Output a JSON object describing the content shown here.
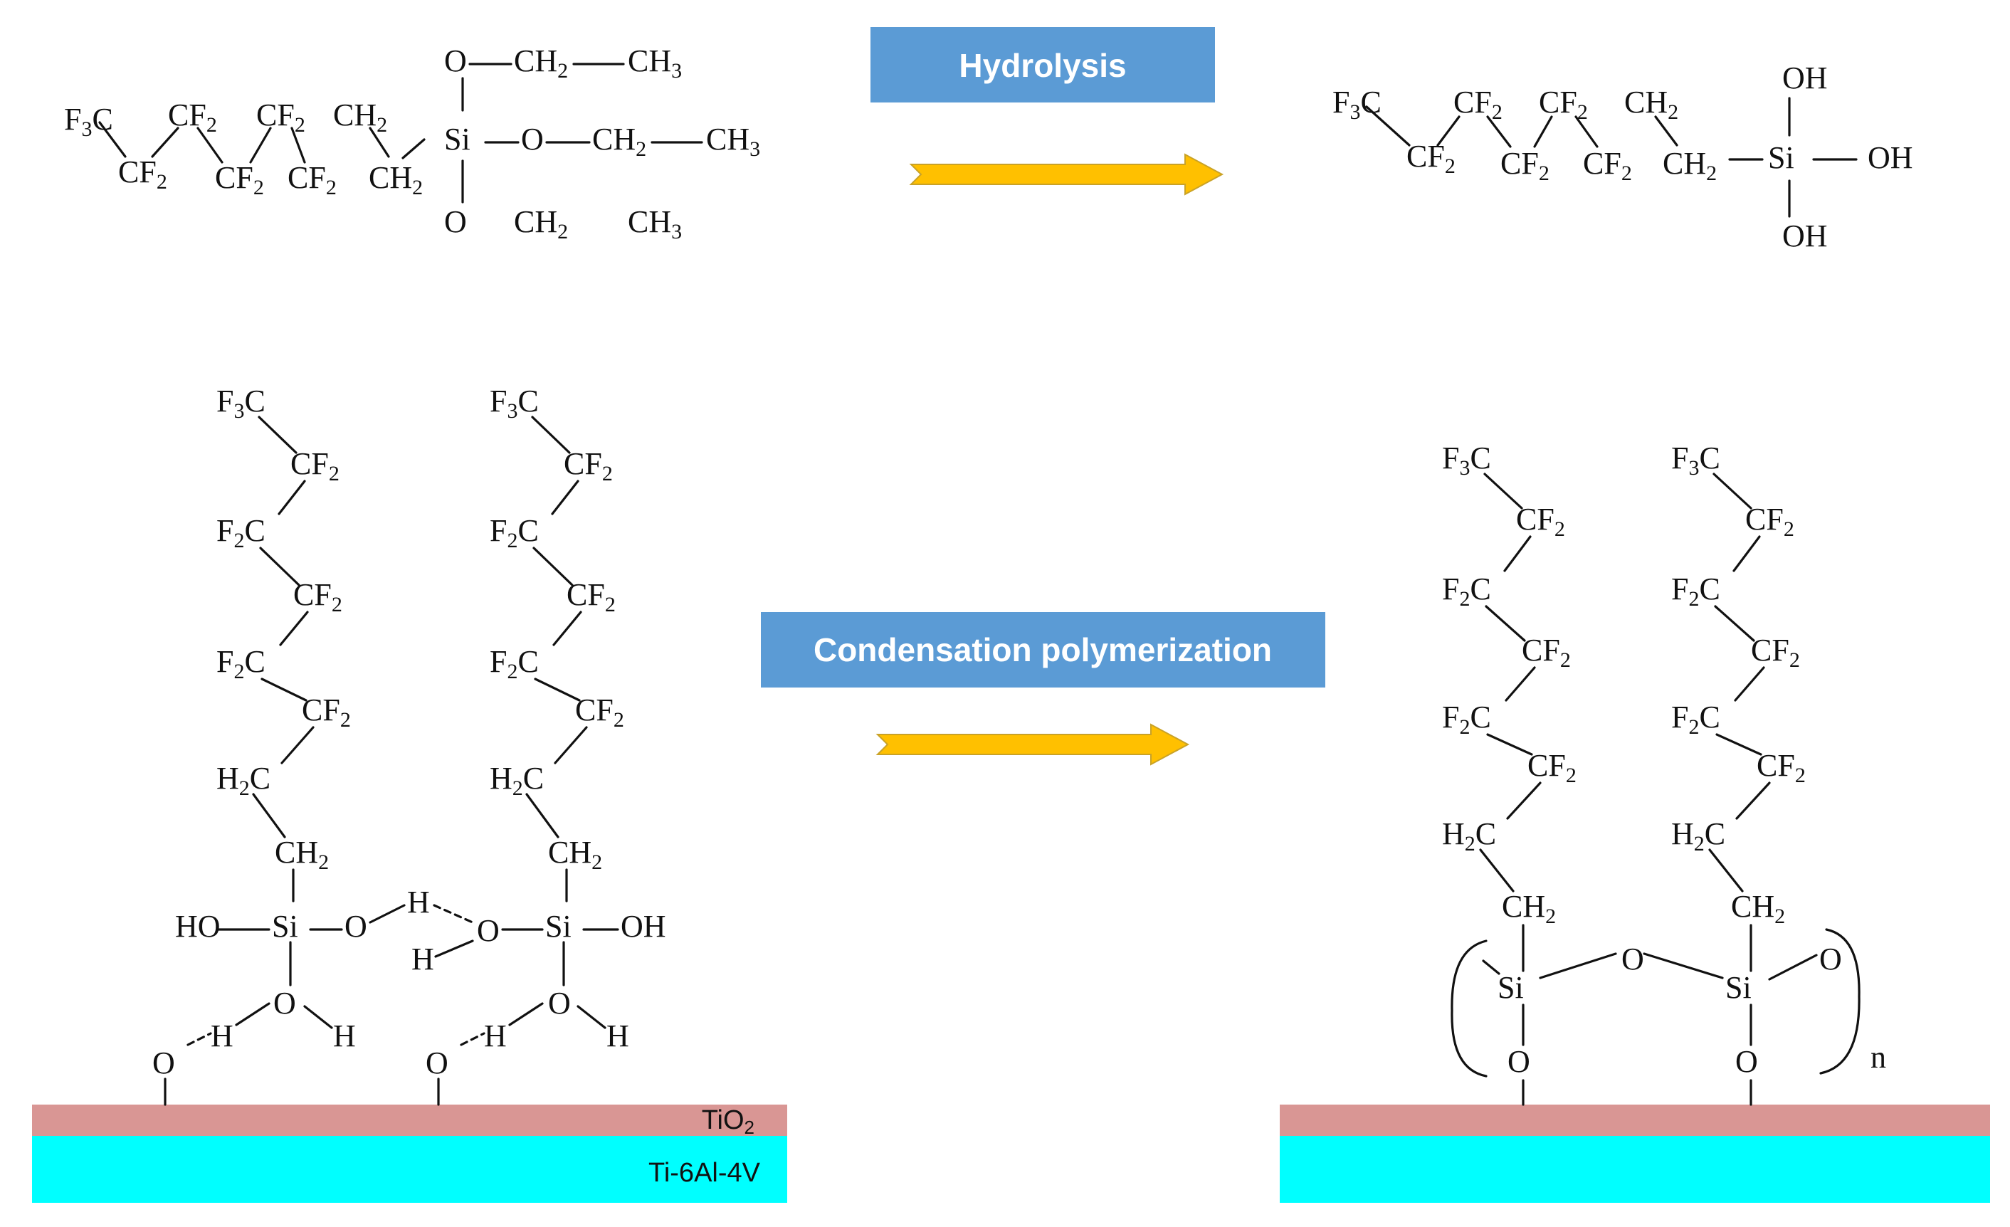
{
  "colors": {
    "label_box": "#5b9bd5",
    "label_text": "#ffffff",
    "arrow": "#ffc000",
    "arrow_outline": "#c9a227",
    "oxide_layer": "#d99694",
    "substrate": "#00ffff",
    "ink": "#111111"
  },
  "steps": {
    "hydrolysis": "Hydrolysis",
    "condensation": "Condensation polymerization"
  },
  "layers": {
    "oxide": {
      "base": "TiO",
      "subscript": "2"
    },
    "alloy": "Ti-6Al-4V"
  },
  "polymer_repeat": "n",
  "groups": {
    "F3C": {
      "base": "F",
      "subscript": "3",
      "tail": "C"
    },
    "CF2": {
      "base": "CF",
      "subscript": "2"
    },
    "F2C": {
      "base": "F",
      "subscript": "2",
      "tail": "C"
    },
    "CH2": {
      "base": "CH",
      "subscript": "2"
    },
    "CH3": {
      "base": "CH",
      "subscript": "3"
    },
    "H2C": {
      "base": "H",
      "subscript": "2",
      "tail": "C"
    },
    "Si": {
      "base": "Si"
    },
    "O": {
      "base": "O"
    },
    "OH": {
      "base": "OH"
    },
    "HO": {
      "base": "HO"
    },
    "H": {
      "base": "H"
    }
  }
}
